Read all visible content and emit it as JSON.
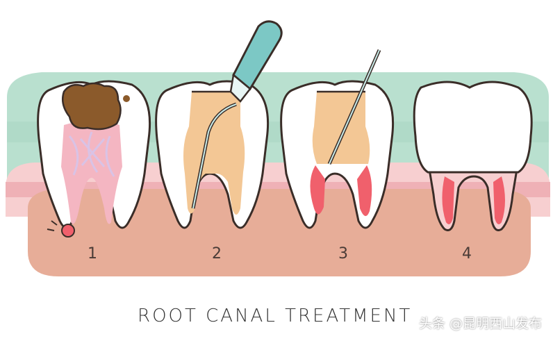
{
  "diagram": {
    "title": "ROOT CANAL TREATMENT",
    "steps": [
      "1",
      "2",
      "3",
      "4"
    ],
    "watermark": "头条 @昆明西山发布",
    "colors": {
      "gum_light": "#f7cfd0",
      "gum_stripe": "#efb1b6",
      "bone": "#e7ad98",
      "mint": "#b9e0cf",
      "tooth": "#ffffff",
      "outline": "#3a2d28",
      "pulp": "#f4b6c2",
      "decay": "#8b5a2b",
      "filling": "#f3c795",
      "root_fill": "#f0606c",
      "instrument": "#7cc8c5",
      "nerve": "#d9c3e6"
    }
  }
}
